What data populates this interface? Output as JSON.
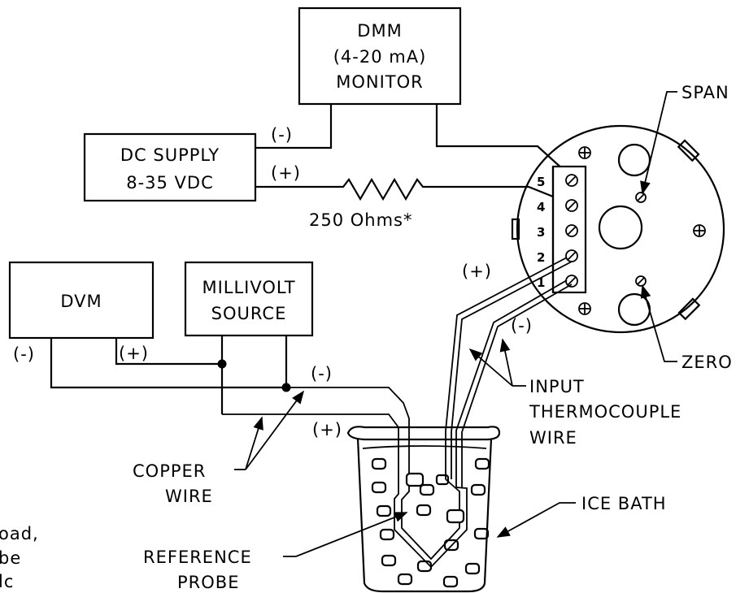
{
  "dmm": {
    "line1": "DMM",
    "line2": "(4-20 mA)",
    "line3": "MONITOR"
  },
  "dc_supply": {
    "line1": "DC SUPPLY",
    "line2": "8-35 VDC"
  },
  "dvm": {
    "label": "DVM"
  },
  "millivolt_source": {
    "line1": "MILLIVOLT",
    "line2": "SOURCE"
  },
  "resistor": {
    "label": "250 Ohms*"
  },
  "terminals": [
    "5",
    "4",
    "3",
    "2",
    "1"
  ],
  "polarity": {
    "neg": "(-)",
    "pos": "(+)"
  },
  "callouts": {
    "span": "SPAN",
    "zero": "ZERO",
    "input_tc_1": "INPUT",
    "input_tc_2": "THERMOCOUPLE",
    "input_tc_3": "WIRE",
    "copper_1": "COPPER",
    "copper_2": "WIRE",
    "ice_bath": "ICE BATH",
    "ref_probe_1": "REFERENCE",
    "ref_probe_2": "PROBE"
  },
  "footnote": {
    "line1": "oad,",
    "line2": "be",
    "line3": "lc"
  }
}
